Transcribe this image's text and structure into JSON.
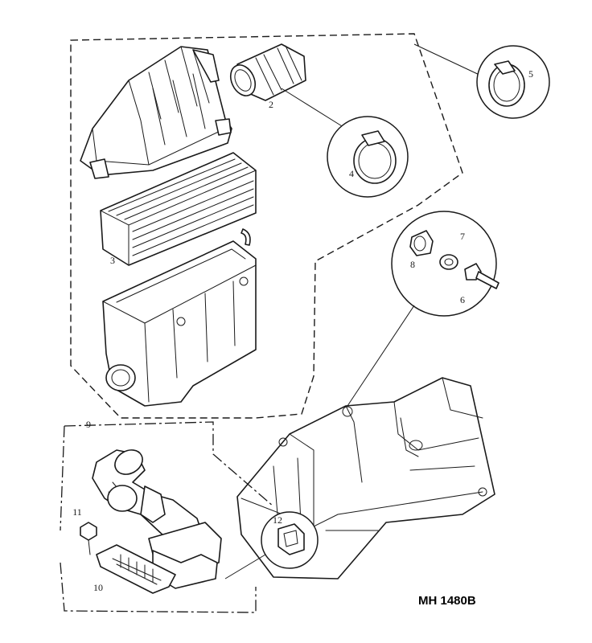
{
  "diagram": {
    "reference_code": "MH 1480B",
    "part_numbers": {
      "p2": "2",
      "p3": "3",
      "p4": "4",
      "p5": "5",
      "p6": "6",
      "p7": "7",
      "p8": "8",
      "p9": "9",
      "p10": "10",
      "p11": "11",
      "p12": "12"
    }
  }
}
